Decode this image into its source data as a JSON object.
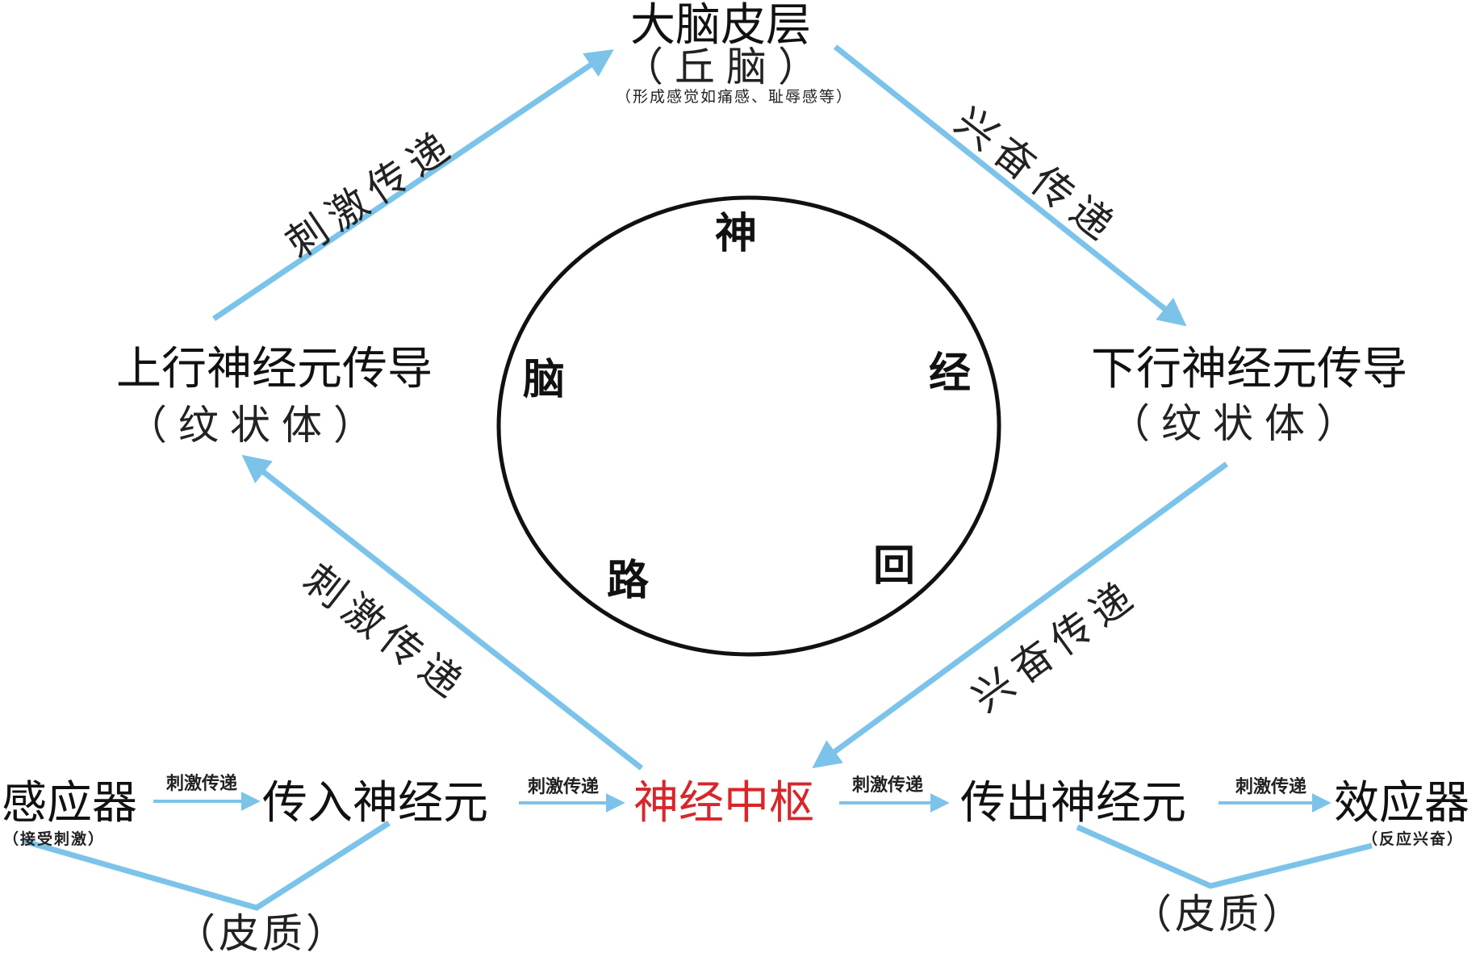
{
  "colors": {
    "arrow": "#7cc3ea",
    "center_text": "#d8262a",
    "text": "#111111"
  },
  "top": {
    "title": "大脑皮层",
    "sub": "（丘脑）",
    "note": "（形成感觉如痛感、耻辱感等）"
  },
  "left": {
    "title": "上行神经元传导",
    "sub": "（纹状体）"
  },
  "right": {
    "title": "下行神经元传导",
    "sub": "（纹状体）"
  },
  "circle": {
    "chars": [
      "神",
      "经",
      "回",
      "路",
      "脑"
    ]
  },
  "diagonal_labels": {
    "upper_left": "刺激传递",
    "upper_right": "兴奋传递",
    "lower_left": "刺激传递",
    "lower_right": "兴奋传递"
  },
  "chain": {
    "receptor": "感应器",
    "receptor_note": "（接受刺激）",
    "afferent": "传入神经元",
    "center": "神经中枢",
    "efferent": "传出神经元",
    "effector": "效应器",
    "effector_note": "（反应兴奋）",
    "arrow_labels": [
      "刺激传递",
      "刺激传递",
      "刺激传递",
      "刺激传递"
    ]
  },
  "cortex_left": "（皮质）",
  "cortex_right": "（皮质）"
}
